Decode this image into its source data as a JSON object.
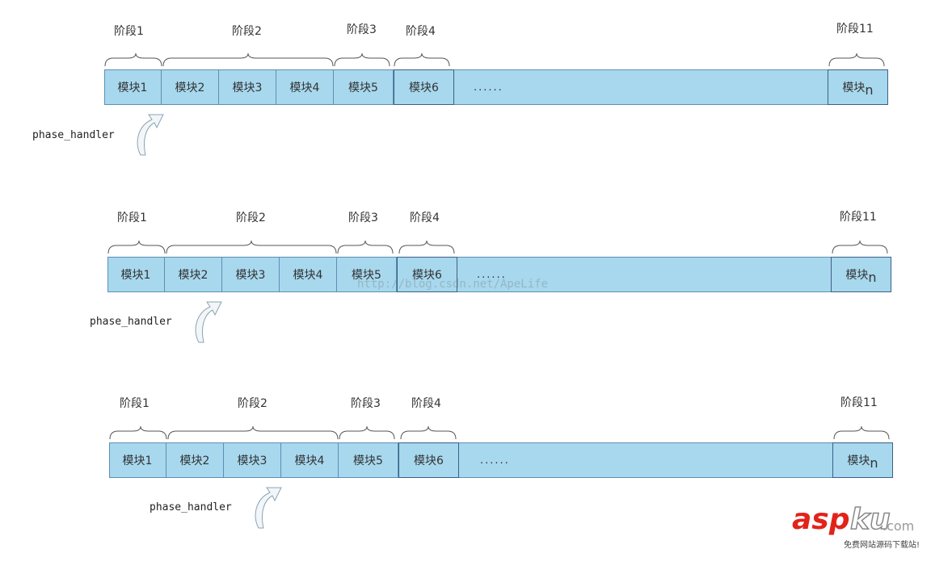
{
  "rows": [
    {
      "phases": [
        "阶段1",
        "阶段2",
        "阶段3",
        "阶段4",
        "阶段11"
      ],
      "modules": [
        "模块1",
        "模块2",
        "模块3",
        "模块4",
        "模块5",
        "模块6"
      ],
      "ellipsis": "......",
      "last_module": "模块",
      "last_module_sub": "n",
      "handler": "phase_handler"
    },
    {
      "phases": [
        "阶段1",
        "阶段2",
        "阶段3",
        "阶段4",
        "阶段11"
      ],
      "modules": [
        "模块1",
        "模块2",
        "模块3",
        "模块4",
        "模块5",
        "模块6"
      ],
      "ellipsis": "......",
      "last_module": "模块",
      "last_module_sub": "n",
      "handler": "phase_handler"
    },
    {
      "phases": [
        "阶段1",
        "阶段2",
        "阶段3",
        "阶段4",
        "阶段11"
      ],
      "modules": [
        "模块1",
        "模块2",
        "模块3",
        "模块4",
        "模块5",
        "模块6"
      ],
      "ellipsis": "......",
      "last_module": "模块",
      "last_module_sub": "n",
      "handler": "phase_handler"
    }
  ],
  "handler_positions_meaning": [
    "points to 模块2",
    "points to 模块3",
    "points to 模块4"
  ],
  "watermark": "http://blog.csdn.net/ApeLife",
  "logo": {
    "brand_a": "asp",
    "brand_b": "ku",
    "domain": ".com",
    "tagline": "免费网站源码下载站!"
  }
}
